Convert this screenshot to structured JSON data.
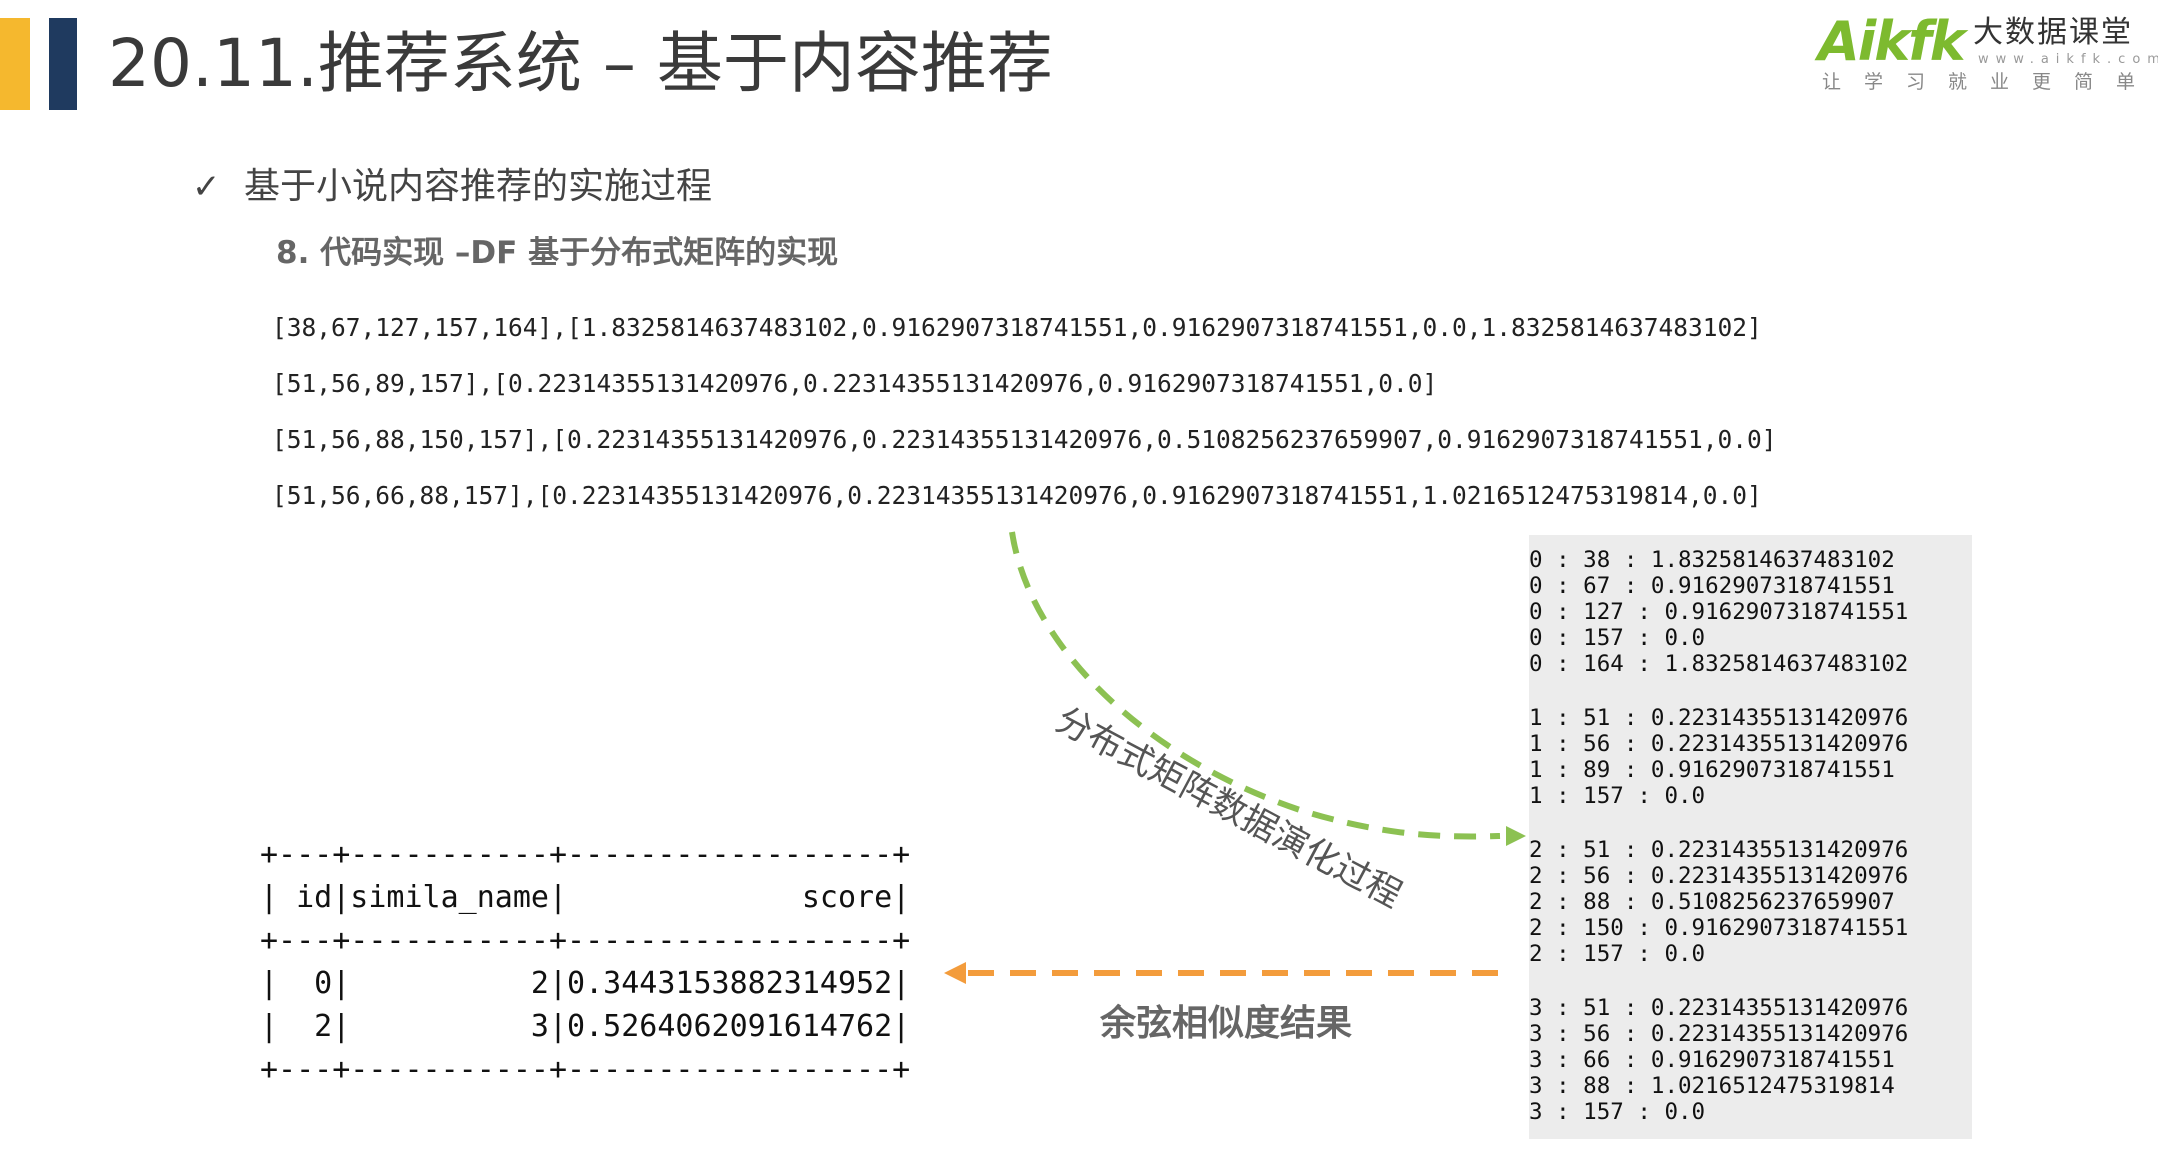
{
  "header": {
    "title": "20.11.推荐系统 – 基于内容推荐",
    "accent_colors": [
      "#f5b82e",
      "#1f3a5f"
    ]
  },
  "logo": {
    "brand": "Aikfk",
    "chinese": "大数据课堂",
    "url": "www.aikfk.com",
    "slogan": "让学习就业更简单",
    "brand_color": "#7dba2f"
  },
  "content": {
    "bullet_icon": "check-icon",
    "bullet": "基于小说内容推荐的实施过程",
    "subheading": "8. 代码实现 –DF 基于分布式矩阵的实现",
    "arrays": [
      "[38,67,127,157,164],[1.8325814637483102,0.9162907318741551,0.9162907318741551,0.0,1.8325814637483102]",
      "[51,56,89,157],[0.22314355131420976,0.22314355131420976,0.9162907318741551,0.0]",
      "[51,56,88,150,157],[0.22314355131420976,0.22314355131420976,0.5108256237659907,0.9162907318741551,0.0]",
      "[51,56,66,88,157],[0.22314355131420976,0.22314355131420976,0.9162907318741551,1.0216512475319814,0.0]"
    ]
  },
  "matrix_entries": [
    "0 : 38 : 1.8325814637483102",
    "0 : 67 : 0.9162907318741551",
    "0 : 127 : 0.9162907318741551",
    "0 : 157 : 0.0",
    "0 : 164 : 1.8325814637483102",
    "1 : 51 : 0.22314355131420976",
    "1 : 56 : 0.22314355131420976",
    "1 : 89 : 0.9162907318741551",
    "1 : 157 : 0.0",
    "2 : 51 : 0.22314355131420976",
    "2 : 56 : 0.22314355131420976",
    "2 : 88 : 0.5108256237659907",
    "2 : 150 : 0.9162907318741551",
    "2 : 157 : 0.0",
    "3 : 51 : 0.22314355131420976",
    "3 : 56 : 0.22314355131420976",
    "3 : 66 : 0.9162907318741551",
    "3 : 88 : 1.0216512475319814",
    "3 : 157 : 0.0"
  ],
  "result_table": {
    "border": "+---+-----------+------------------+",
    "header": "| id|simila_name|             score|",
    "rows": [
      "|  0|          2|0.3443153882314952|",
      "|  2|          3|0.5264062091614762|"
    ]
  },
  "annotations": {
    "curve_label": "分布式矩阵数据演化过程",
    "curve_color": "#8cc152",
    "result_label": "余弦相似度结果",
    "result_arrow_color": "#f39c3c"
  }
}
